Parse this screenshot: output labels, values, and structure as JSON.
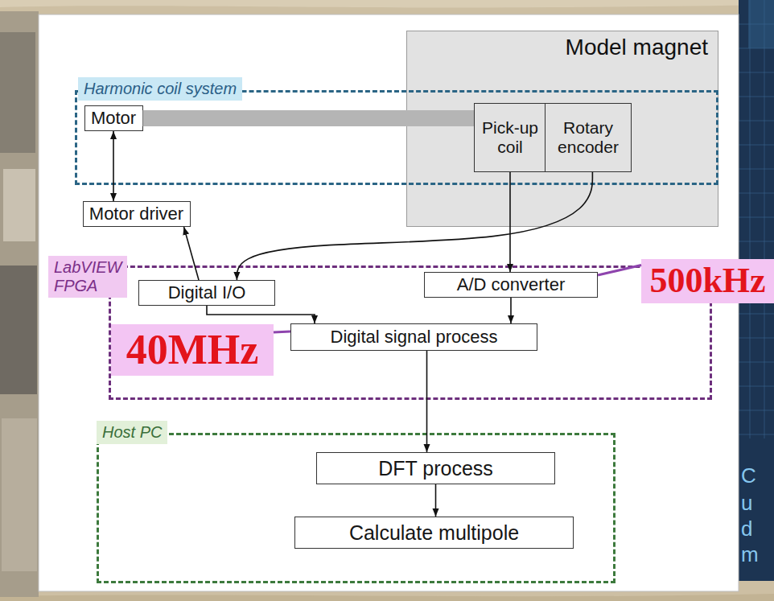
{
  "diagram": {
    "nodes": [
      {
        "text": [
          "Model magnet"
        ]
      },
      {
        "text": [
          "Harmonic coil system"
        ]
      },
      {
        "text": [
          "Motor"
        ],
        "in": 1
      },
      {
        "text": [
          "Pick-up coil"
        ],
        "in": 1
      },
      {
        "text": [
          "Rotary encoder"
        ],
        "in": 1
      },
      {
        "text": [
          "Motor driver"
        ]
      },
      {
        "text": [
          "LabVIEW FPGA"
        ]
      },
      {
        "text": [
          "Digital I/O"
        ],
        "in": 6
      },
      {
        "text": [
          "A/D converter"
        ],
        "in": 6
      },
      {
        "text": [
          "Digital signal process"
        ],
        "in": 6
      },
      {
        "text": [
          "Host PC"
        ]
      },
      {
        "text": [
          "DFT process"
        ],
        "in": 10
      },
      {
        "text": [
          "Calculate multipole"
        ],
        "in": 10
      },
      {
        "text": [
          "500kHz"
        ]
      },
      {
        "text": [
          "40MHz"
        ]
      }
    ],
    "edges": [
      {
        "from": 2,
        "to": 3,
        "arrow": "none"
      },
      {
        "from": 2,
        "to": 5,
        "arrow": "both"
      },
      {
        "from": 4,
        "to": 7,
        "arrow": "to"
      },
      {
        "from": 3,
        "to": 8,
        "arrow": "to"
      },
      {
        "from": 7,
        "to": 5,
        "arrow": "to"
      },
      {
        "from": 7,
        "to": 9,
        "arrow": "to"
      },
      {
        "from": 8,
        "to": 9,
        "arrow": "to"
      },
      {
        "from": 9,
        "to": 11,
        "arrow": "to"
      },
      {
        "from": 11,
        "to": 12,
        "arrow": "to"
      },
      {
        "from": 13,
        "to": 8,
        "arrow": "none"
      },
      {
        "from": 14,
        "to": 9,
        "arrow": "none"
      }
    ],
    "labels": [
      "C",
      "u",
      "d",
      "m"
    ]
  }
}
